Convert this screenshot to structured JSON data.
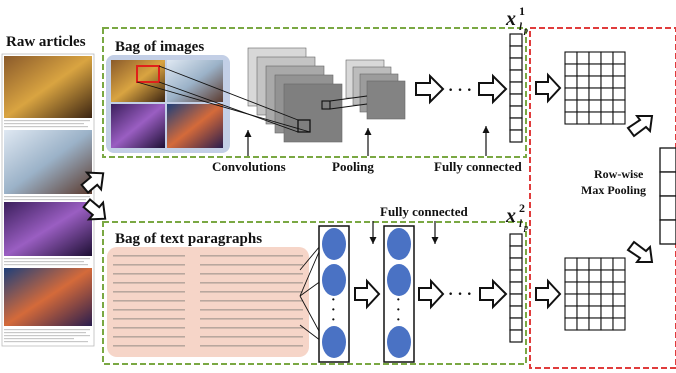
{
  "labels": {
    "raw_articles": "Raw articles",
    "bag_of_images": "Bag of images",
    "bag_of_text_paragraphs": "Bag of text paragraphs",
    "convolutions": "Convolutions",
    "pooling": "Pooling",
    "fully_connected_image": "Fully connected",
    "fully_connected_text": "Fully connected",
    "row_wise": "Row-wise",
    "max_pooling": "Max Pooling",
    "x_main": "x",
    "x1_sup": "1",
    "x2_sup": "2",
    "x_sub": "l",
    "x_subsub": "p",
    "ellipsis": "· · ·",
    "vertical_dots": "·"
  },
  "colors": {
    "green_box": "#7aa843",
    "red_box": "#e03c3c",
    "image_panel": "#c3cfe6",
    "text_panel": "#f6d5c8",
    "neuron": "#4a72c4",
    "arrow": "#111111"
  },
  "icons": {
    "block_arrow": "hollow-right-arrow",
    "return_arrow": "hollow-bent-arrow"
  }
}
